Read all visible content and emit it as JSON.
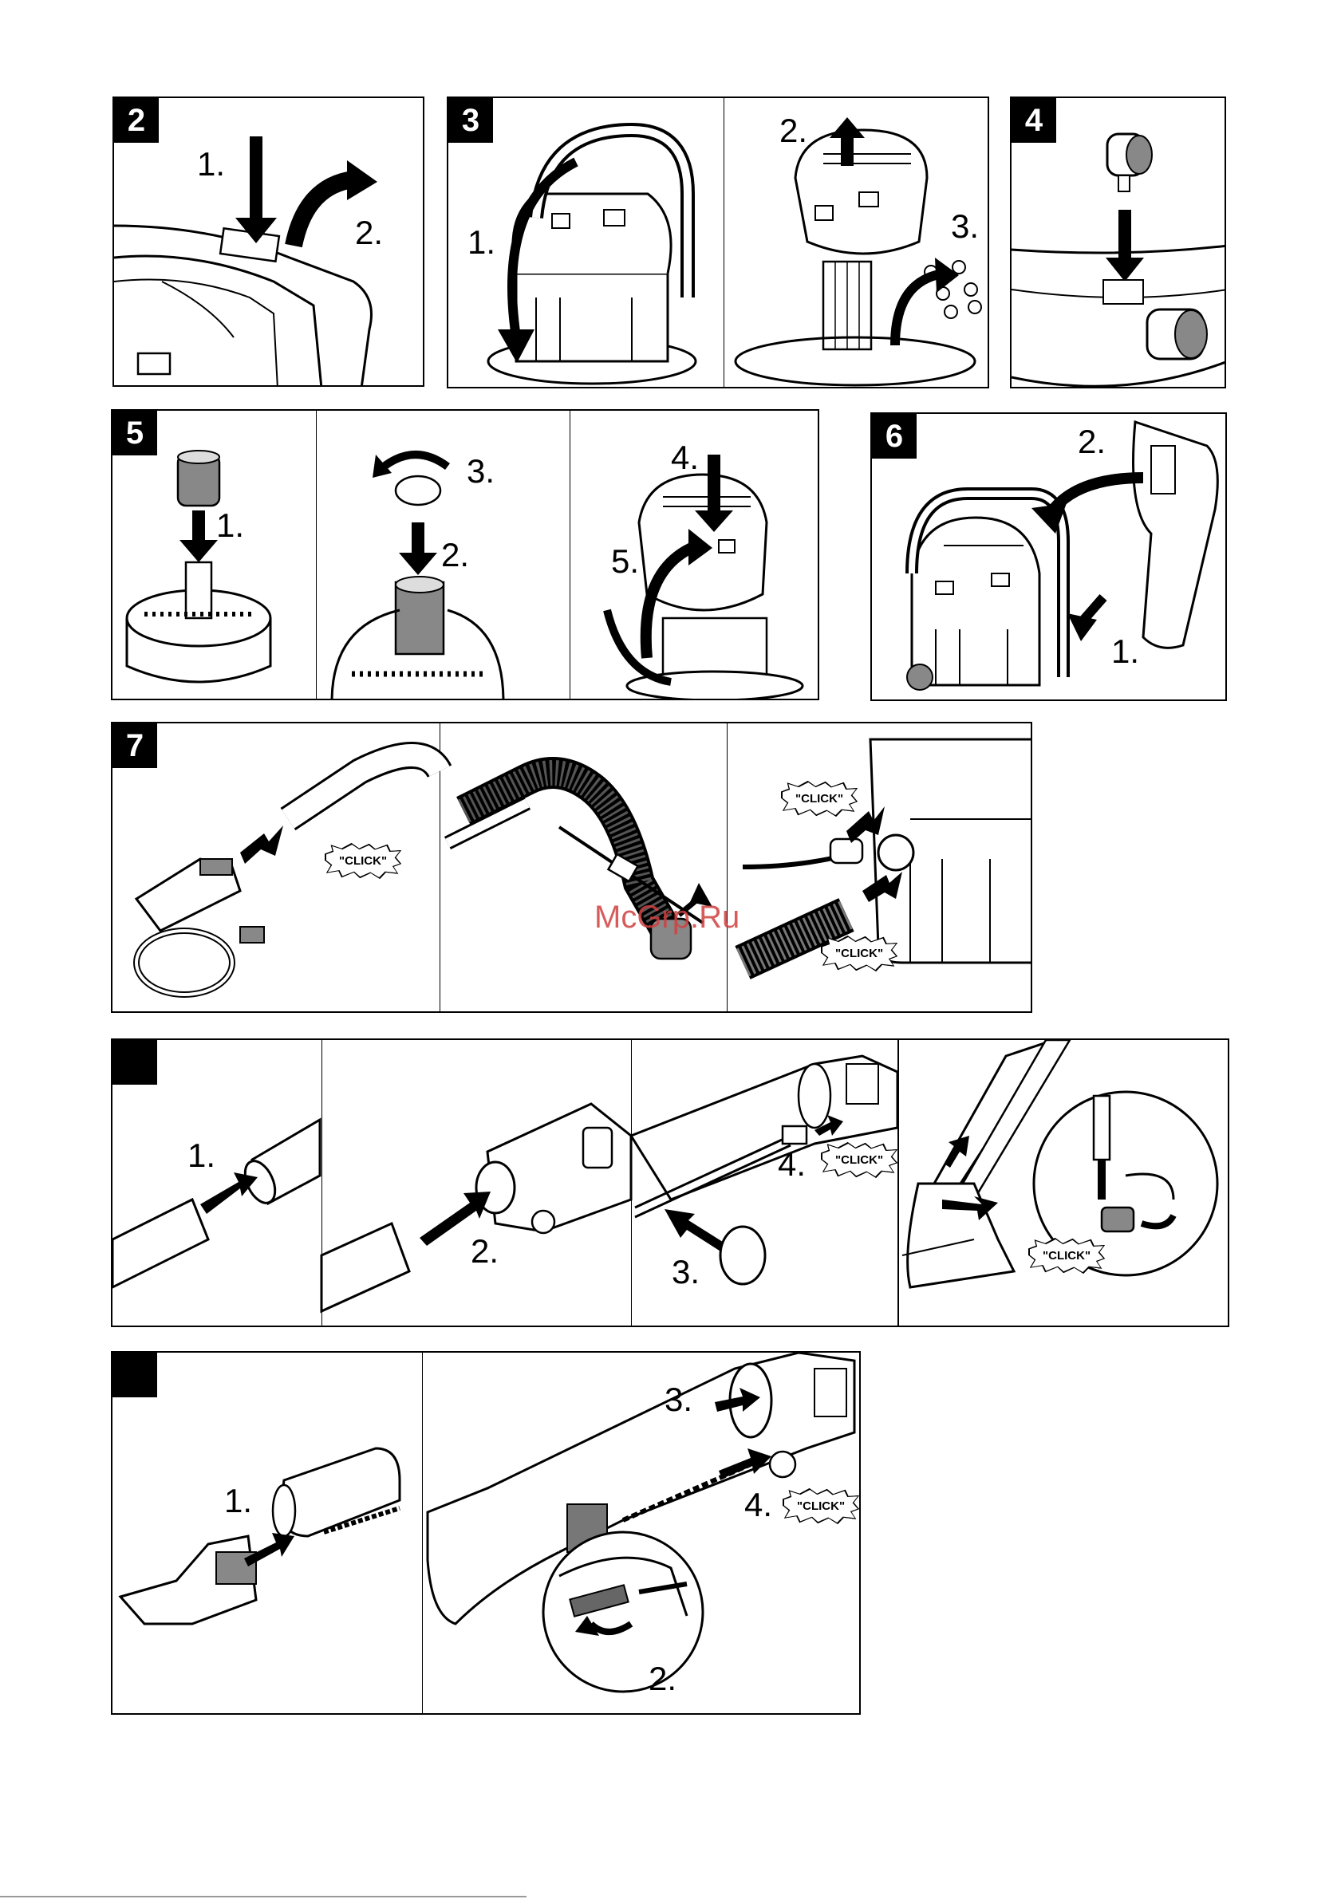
{
  "figures": {
    "fig2": {
      "number": "2",
      "steps": [
        "1.",
        "2."
      ]
    },
    "fig3": {
      "number": "3",
      "steps": [
        "1.",
        "2.",
        "3."
      ]
    },
    "fig4": {
      "number": "4"
    },
    "fig5": {
      "number": "5",
      "steps": [
        "1.",
        "2.",
        "3.",
        "4.",
        "5."
      ]
    },
    "fig6": {
      "number": "6",
      "steps": [
        "1.",
        "2."
      ]
    },
    "fig7": {
      "number": "7",
      "click": "\"CLICK\""
    },
    "fig8": {
      "steps": [
        "1.",
        "2.",
        "3.",
        "4."
      ],
      "click": "\"CLICK\""
    },
    "fig9": {
      "steps": [
        "1.",
        "2.",
        "3.",
        "4."
      ],
      "click": "\"CLICK\""
    }
  },
  "watermark": "McGrp.Ru",
  "colors": {
    "ink": "#000000",
    "paper": "#ffffff",
    "watermark": "#d04040"
  }
}
